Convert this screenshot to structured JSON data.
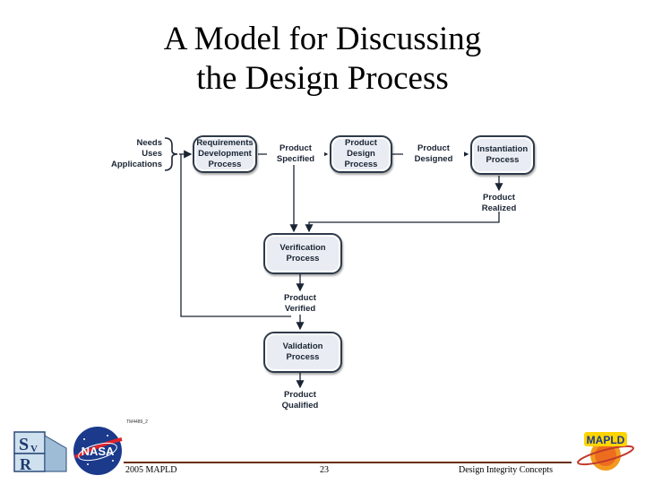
{
  "slide": {
    "title_line1": "A Model for Discussing",
    "title_line2": "the Design Process"
  },
  "diagram": {
    "inputs": [
      "Needs",
      "Uses",
      "Applications"
    ],
    "boxes": {
      "requirements": [
        "Requirements",
        "Development",
        "Process"
      ],
      "product_design": [
        "Product",
        "Design",
        "Process"
      ],
      "instantiation": [
        "Instantiation",
        "Process"
      ],
      "verification": [
        "Verification",
        "Process"
      ],
      "validation": [
        "Validation",
        "Process"
      ]
    },
    "labels": {
      "product_specified": [
        "Product",
        "Specified"
      ],
      "product_designed": [
        "Product",
        "Designed"
      ],
      "product_realized": [
        "Product",
        "Realized"
      ],
      "product_verified": [
        "Product",
        "Verified"
      ],
      "product_qualified": [
        "Product",
        "Qualified"
      ]
    },
    "figure_id": "TM4489_2"
  },
  "footer": {
    "left": "2005 MAPLD",
    "center": "23",
    "right": "Design Integrity Concepts"
  },
  "logos": {
    "svr": "SV R",
    "nasa": "NASA",
    "mapld": "MAPLD"
  }
}
